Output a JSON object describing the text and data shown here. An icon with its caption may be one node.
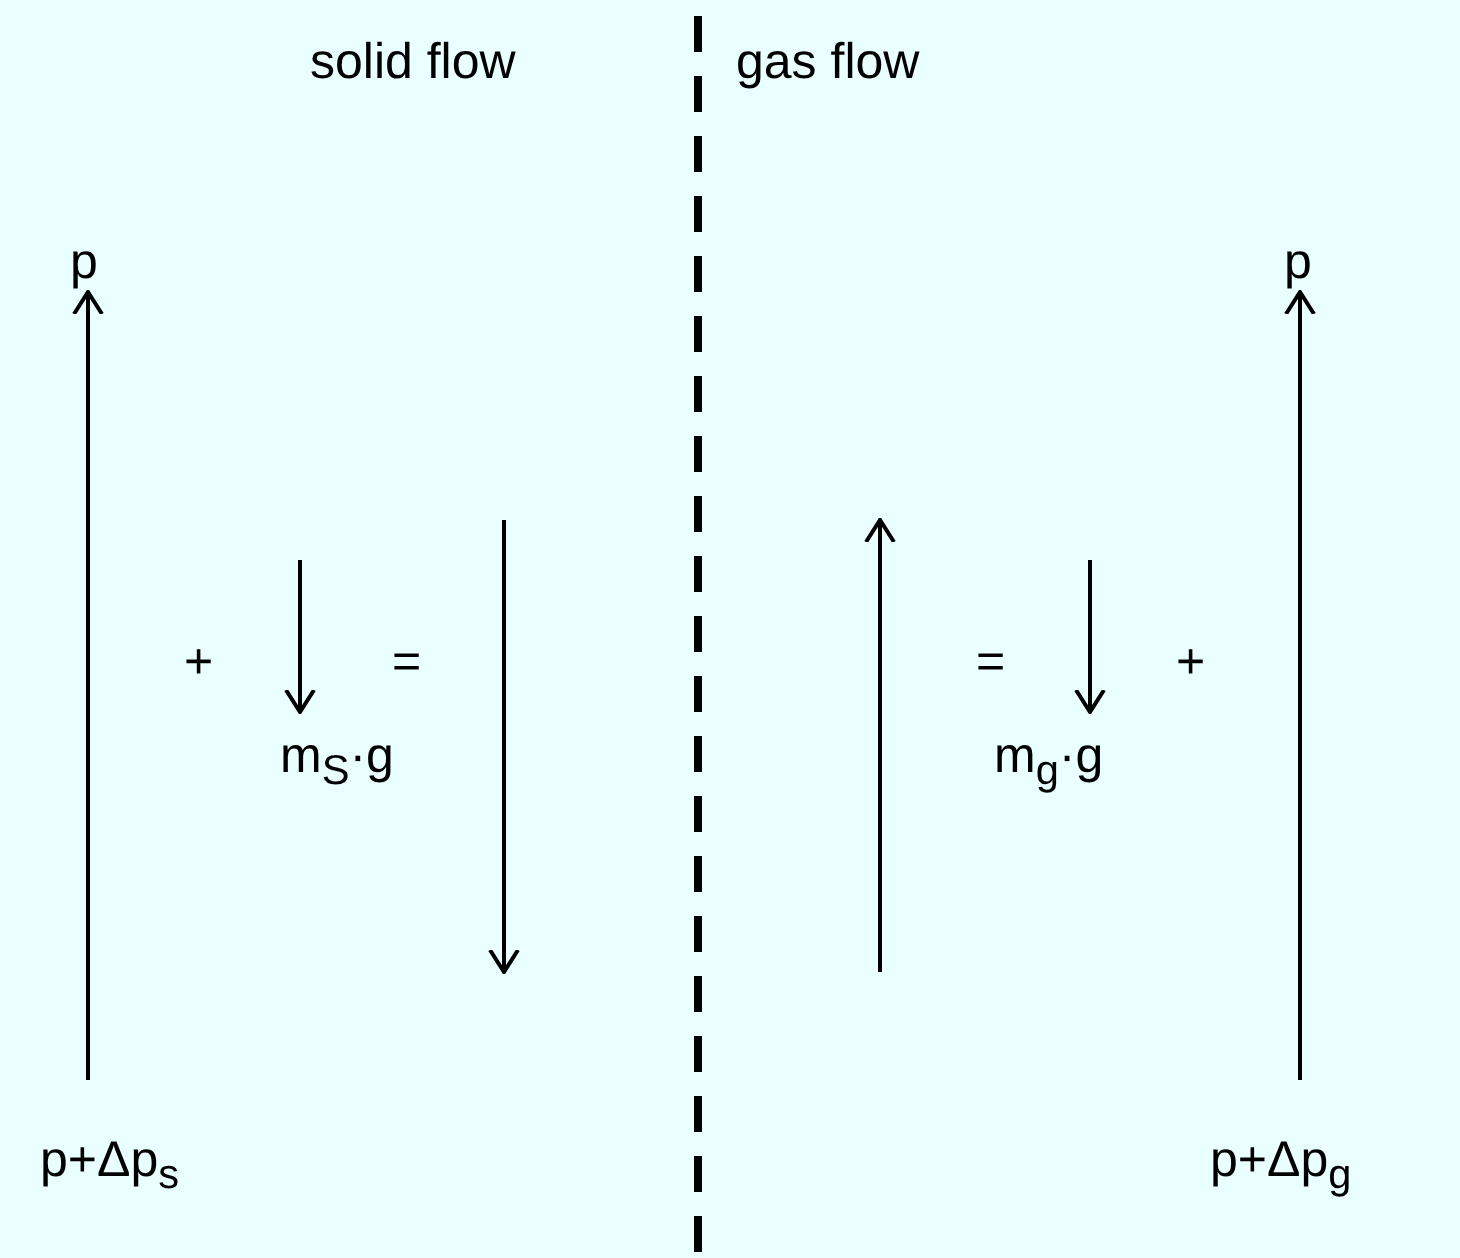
{
  "diagram": {
    "labels": [
      "solid flow",
      "gas flow",
      "p",
      "p",
      "+",
      "=",
      "=",
      "+",
      "m$_{S}$·g",
      "m$_{g}$·g",
      "p+Δp$_{s}$",
      "p+Δp$_{g}$"
    ]
  }
}
